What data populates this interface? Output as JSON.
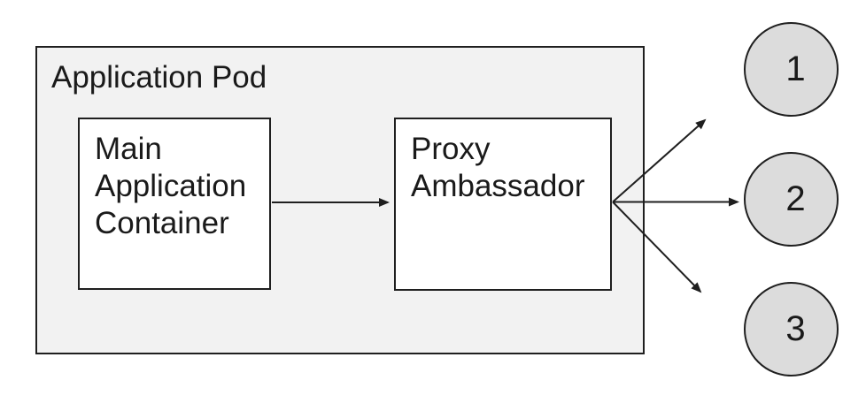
{
  "colors": {
    "canvas_bg": "#ffffff",
    "pod_fill": "#f2f2f2",
    "node_fill": "#ffffff",
    "endpoint_fill": "#dcdcdc",
    "stroke": "#1f1f1f",
    "text": "#1a1a1a"
  },
  "diagram": {
    "pod": {
      "label": "Application Pod"
    },
    "nodes": [
      {
        "id": "main-application-container",
        "label": "Main\nApplication\nContainer"
      },
      {
        "id": "proxy-ambassador",
        "label": "Proxy\nAmbassador"
      }
    ],
    "endpoints": [
      {
        "label": "1"
      },
      {
        "label": "2"
      },
      {
        "label": "3"
      }
    ],
    "connections": [
      {
        "from": "main-application-container",
        "to": "proxy-ambassador"
      },
      {
        "from": "proxy-ambassador",
        "to": "endpoint-1"
      },
      {
        "from": "proxy-ambassador",
        "to": "endpoint-2"
      },
      {
        "from": "proxy-ambassador",
        "to": "endpoint-3"
      }
    ]
  }
}
